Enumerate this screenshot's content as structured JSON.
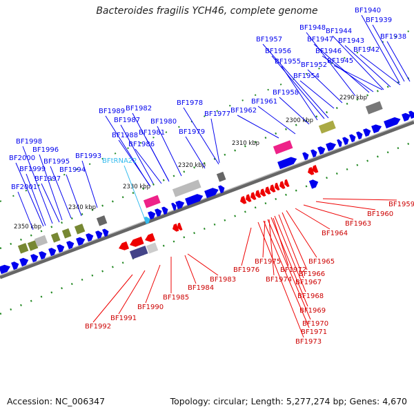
{
  "title": "Bacteroides fragilis YCH46, complete genome",
  "accession_text": "Accession: NC_006347",
  "summary_text": "Topology: circular; Length: 5,277,274 bp; Genes: 4,670",
  "colors": {
    "forward_gene": "#0000ee",
    "reverse_gene": "#ee0000",
    "trna": "#33bbee",
    "backbone": "#888888",
    "tick": "#228822"
  },
  "scale_labels": [
    "2290 kbp",
    "2300 kbp",
    "2310 kbp",
    "2320 kbp",
    "2330 kbp",
    "2340 kbp",
    "2350 kbp"
  ],
  "forward_labels": [
    "BF1940",
    "BF1939",
    "BF1938",
    "BF1948",
    "BF1944",
    "BF1947",
    "BF1943",
    "BF1957",
    "BF1946",
    "BF1942",
    "BF1956",
    "BF1955",
    "BF1945",
    "BF1952",
    "BF1954",
    "BF1958",
    "BF1961",
    "BF1962",
    "BF1978",
    "BF1977",
    "BF1989",
    "BF1982",
    "BF1987",
    "BF1980",
    "BF1981",
    "BF1979",
    "BF1988",
    "BF1986",
    "BF1998",
    "BF1996",
    "BF2000",
    "BF1995",
    "BF1993",
    "BF1999",
    "BF1994",
    "BF1997",
    "BF2001"
  ],
  "trna_labels": [
    "BFtRNA22"
  ],
  "reverse_labels": [
    "BF1959",
    "BF1960",
    "BF1963",
    "BF1964",
    "BF1965",
    "BF1966",
    "BF1967",
    "BF1968",
    "BF1969",
    "BF1970",
    "BF1971",
    "BF1973",
    "BF1972",
    "BF1974",
    "BF1975",
    "BF1976",
    "BF1983",
    "BF1984",
    "BF1985",
    "BF1990",
    "BF1991",
    "BF1992"
  ]
}
